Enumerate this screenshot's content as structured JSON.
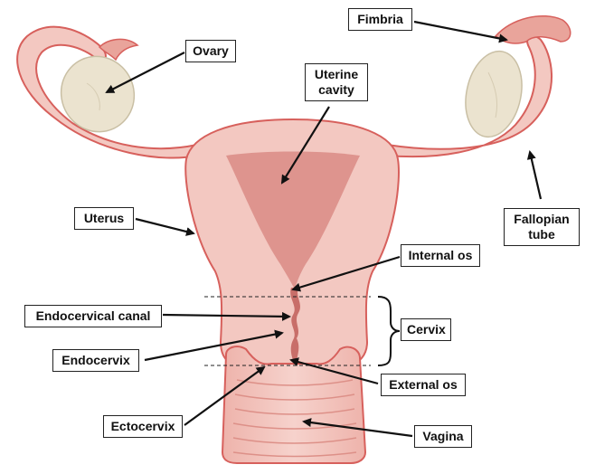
{
  "labels": {
    "ovary": "Ovary",
    "fimbria": "Fimbria",
    "uterine_cavity": [
      "Uterine",
      "cavity"
    ],
    "uterus": "Uterus",
    "fallopian_tube": [
      "Fallopian",
      "tube"
    ],
    "internal_os": "Internal os",
    "endocervical_canal": "Endocervical canal",
    "cervix": "Cervix",
    "endocervix": "Endocervix",
    "external_os": "External os",
    "ectocervix": "Ectocervix",
    "vagina": "Vagina"
  },
  "colors": {
    "tissue": "#f3c8c1",
    "tissue_dark": "#e8a39a",
    "outline": "#d7605c",
    "cavity": "#d98b85",
    "ovary": "#ebe3cf",
    "ovary_stroke": "#c9bfa4",
    "arrow": "#111111"
  }
}
